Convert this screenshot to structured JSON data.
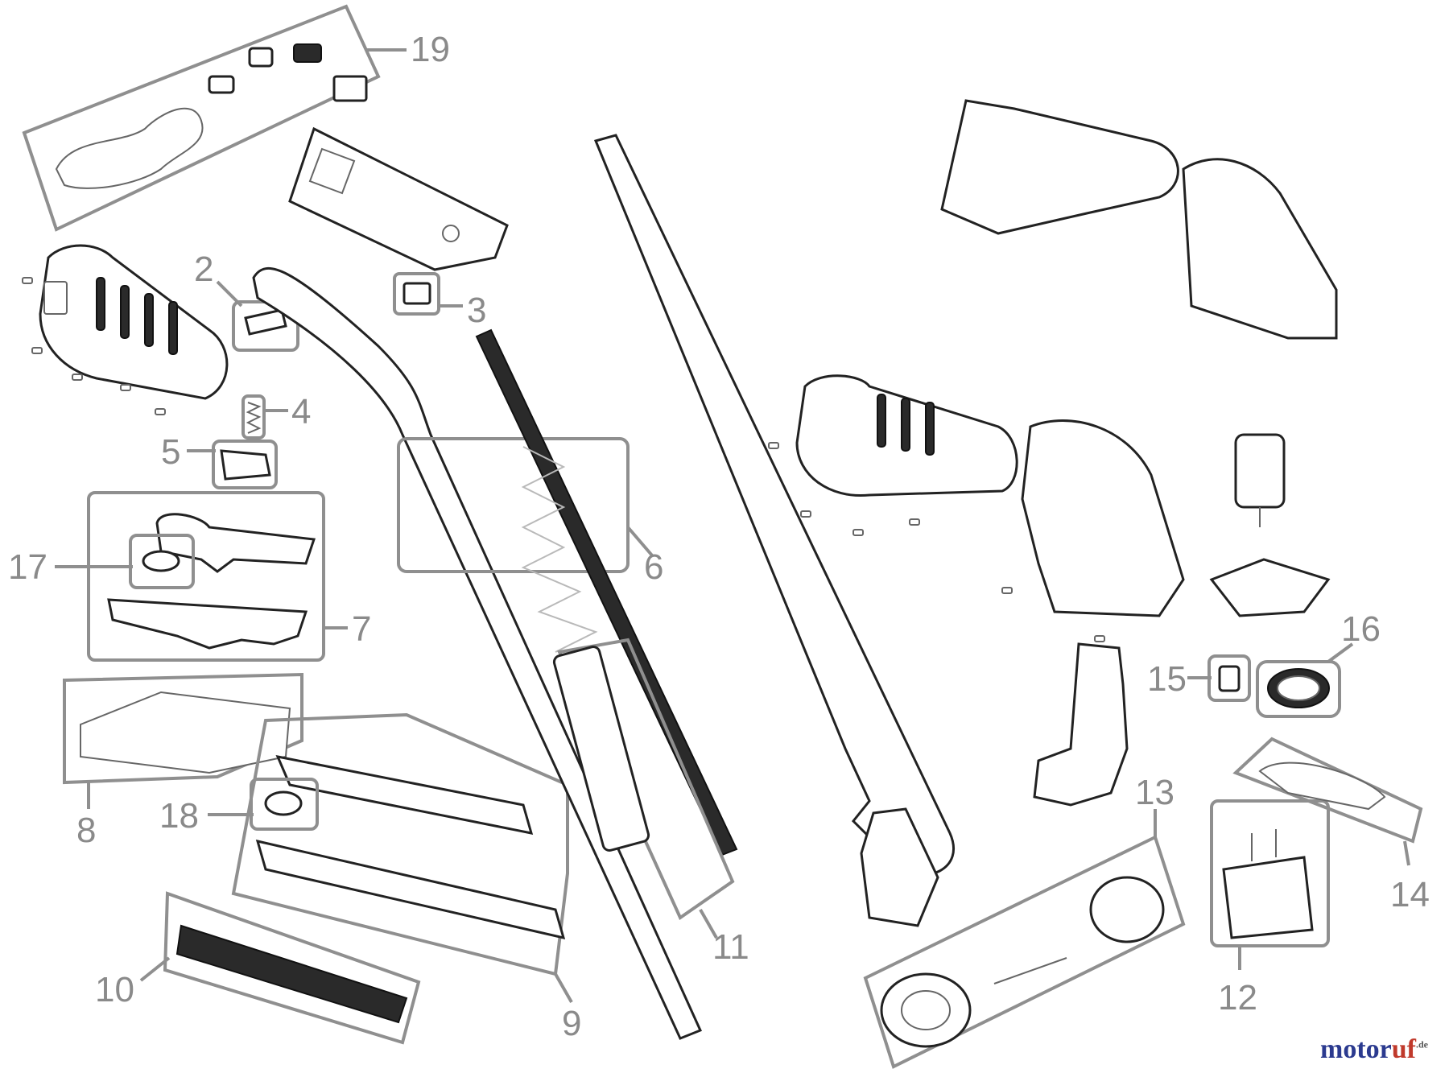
{
  "diagram": {
    "callouts": [
      "2",
      "3",
      "4",
      "5",
      "6",
      "7",
      "8",
      "9",
      "10",
      "11",
      "12",
      "13",
      "14",
      "15",
      "16",
      "17",
      "18",
      "19"
    ]
  },
  "brand": {
    "text_blue": "motor",
    "text_red": "uf",
    "suffix": ".de",
    "color_blue": "#2b3a8f",
    "color_red": "#c0392b"
  },
  "colors": {
    "callout": "#8a8a8a",
    "outline": "#222222"
  }
}
